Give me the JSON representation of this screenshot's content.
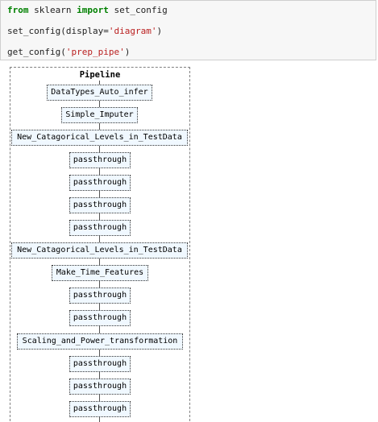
{
  "code": {
    "line1": {
      "kw1": "from",
      "mod": " sklearn ",
      "kw2": "import",
      "name": " set_config"
    },
    "line2": {
      "pre": "set_config(display=",
      "str": "'diagram'",
      "post": ")"
    },
    "line3": {
      "pre": "get_config(",
      "str": "'prep_pipe'",
      "post": ")"
    }
  },
  "pipeline": {
    "title": "Pipeline",
    "steps": [
      "DataTypes_Auto_infer",
      "Simple_Imputer",
      "New_Catagorical_Levels_in_TestData",
      "passthrough",
      "passthrough",
      "passthrough",
      "passthrough",
      "New_Catagorical_Levels_in_TestData",
      "Make_Time_Features",
      "passthrough",
      "passthrough",
      "Scaling_and_Power_transformation",
      "passthrough",
      "passthrough",
      "passthrough"
    ]
  }
}
